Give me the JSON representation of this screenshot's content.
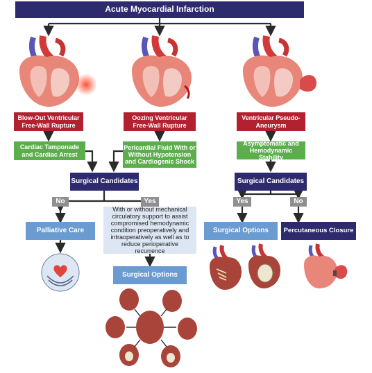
{
  "title": "Acute Myocardial Infarction",
  "columns": {
    "left": {
      "condition": "Blow-Out Ventricular Free-Wall Rupture",
      "finding": "Cardiac Tamponade and Cardiac Arrest"
    },
    "middle": {
      "condition": "Oozing Ventricular Free-Wall Rupture",
      "finding": "Pericardial Fluid With or Without Hypotension and Cardiogenic Shock"
    },
    "right": {
      "condition": "Ventricular Pseudo-Aneurysm",
      "finding": "Asymptomatic and Hemodynamic Stability"
    }
  },
  "surgical_candidates_left": "Surgical Candidates",
  "surgical_candidates_right": "Surgical Candidates",
  "branches": {
    "left_no": "No",
    "left_yes": "Yes",
    "right_yes": "Yes",
    "right_no": "No"
  },
  "outcomes": {
    "palliative_care": "Palliative Care",
    "support_note": "With or without mechanical circulatory support to assist compromised hemodynamic condition preoperatively and intraoperatively as well as to reduce perioperative recurrence",
    "surgical_options_center": "Surgical Options",
    "surgical_options_right": "Surgical Options",
    "percutaneous_closure": "Percutaneous Closure"
  },
  "colors": {
    "navy": "#2e2a6e",
    "red": "#b3202f",
    "green": "#5cae4c",
    "blue": "#6a9bd1",
    "gray": "#8f8f8f",
    "note": "#dde6f3"
  }
}
